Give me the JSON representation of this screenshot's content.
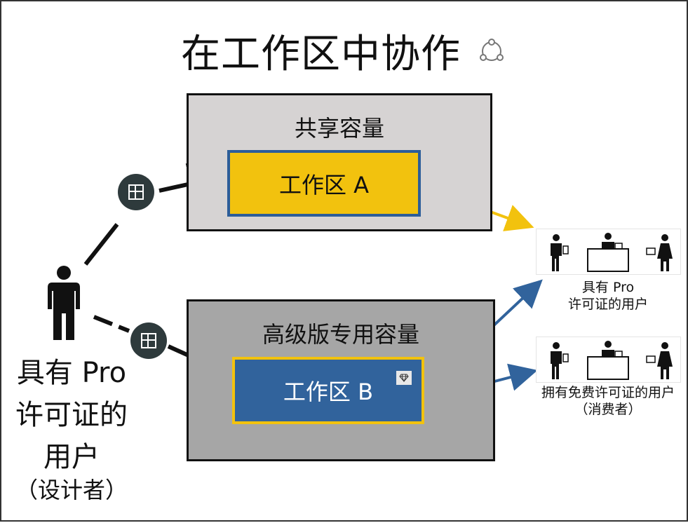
{
  "title": "在工作区中协作",
  "shared_capacity": {
    "label": "共享容量",
    "workspace": "工作区 A"
  },
  "premium_capacity": {
    "label": "高级版专用容量",
    "workspace": "工作区 B"
  },
  "designer": {
    "line1": "具有 Pro",
    "line2": "许可证的",
    "line3": "用户",
    "role": "（设计者）"
  },
  "audience_pro": {
    "line1": "具有 Pro",
    "line2": "许可证的用户"
  },
  "audience_free": {
    "line1": "拥有免费许可证的用户",
    "line2": "（消费者）"
  },
  "colors": {
    "workspace_a": "#f2c20e",
    "workspace_b": "#31639c",
    "shared_bg": "#d6d3d3",
    "premium_bg": "#a6a6a6",
    "icon_bg": "#2e3a3c",
    "arrow_yellow": "#f2c20e",
    "arrow_blue": "#31639c"
  },
  "icons": {
    "share": "share-icon",
    "workspace": "workspace-icon",
    "premium": "diamond-icon",
    "person": "person-icon"
  }
}
